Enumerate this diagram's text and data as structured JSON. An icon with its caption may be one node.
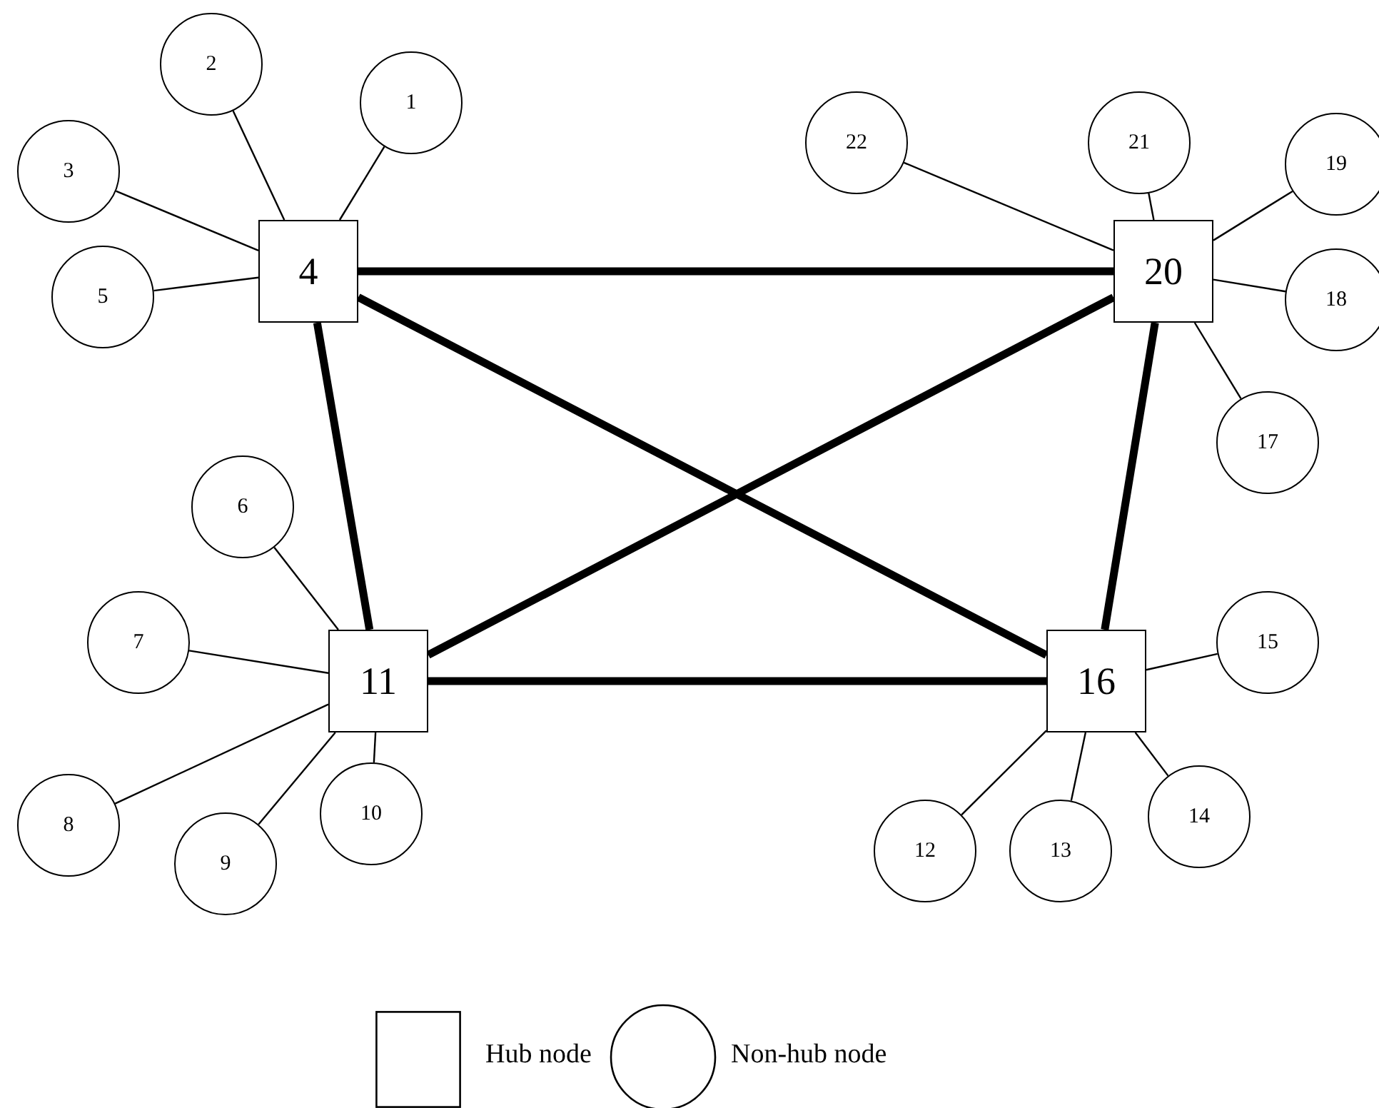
{
  "diagram": {
    "nodes": [
      {
        "text": [
          "1"
        ]
      },
      {
        "text": [
          "2"
        ]
      },
      {
        "text": [
          "3"
        ]
      },
      {
        "text": [
          "4"
        ]
      },
      {
        "text": [
          "5"
        ]
      },
      {
        "text": [
          "6"
        ]
      },
      {
        "text": [
          "7"
        ]
      },
      {
        "text": [
          "8"
        ]
      },
      {
        "text": [
          "9"
        ]
      },
      {
        "text": [
          "10"
        ]
      },
      {
        "text": [
          "11"
        ]
      },
      {
        "text": [
          "12"
        ]
      },
      {
        "text": [
          "13"
        ]
      },
      {
        "text": [
          "14"
        ]
      },
      {
        "text": [
          "15"
        ]
      },
      {
        "text": [
          "16"
        ]
      },
      {
        "text": [
          "17"
        ]
      },
      {
        "text": [
          "18"
        ]
      },
      {
        "text": [
          "19"
        ]
      },
      {
        "text": [
          "20"
        ]
      },
      {
        "text": [
          "21"
        ]
      },
      {
        "text": [
          "22"
        ]
      }
    ],
    "edges": [
      {
        "from": 3,
        "to": 19,
        "arrow": "none",
        "style": "thick"
      },
      {
        "from": 3,
        "to": 10,
        "arrow": "none",
        "style": "thick"
      },
      {
        "from": 3,
        "to": 15,
        "arrow": "none",
        "style": "thick"
      },
      {
        "from": 19,
        "to": 10,
        "arrow": "none",
        "style": "thick"
      },
      {
        "from": 19,
        "to": 15,
        "arrow": "none",
        "style": "thick"
      },
      {
        "from": 10,
        "to": 15,
        "arrow": "none",
        "style": "thick"
      },
      {
        "from": 0,
        "to": 3,
        "arrow": "none"
      },
      {
        "from": 1,
        "to": 3,
        "arrow": "none"
      },
      {
        "from": 2,
        "to": 3,
        "arrow": "none"
      },
      {
        "from": 4,
        "to": 3,
        "arrow": "none"
      },
      {
        "from": 5,
        "to": 10,
        "arrow": "none"
      },
      {
        "from": 6,
        "to": 10,
        "arrow": "none"
      },
      {
        "from": 7,
        "to": 10,
        "arrow": "none"
      },
      {
        "from": 8,
        "to": 10,
        "arrow": "none"
      },
      {
        "from": 9,
        "to": 10,
        "arrow": "none"
      },
      {
        "from": 11,
        "to": 15,
        "arrow": "none"
      },
      {
        "from": 12,
        "to": 15,
        "arrow": "none"
      },
      {
        "from": 13,
        "to": 15,
        "arrow": "none"
      },
      {
        "from": 14,
        "to": 15,
        "arrow": "none"
      },
      {
        "from": 16,
        "to": 19,
        "arrow": "none"
      },
      {
        "from": 17,
        "to": 19,
        "arrow": "none"
      },
      {
        "from": 18,
        "to": 19,
        "arrow": "none"
      },
      {
        "from": 20,
        "to": 19,
        "arrow": "none"
      },
      {
        "from": 21,
        "to": 19,
        "arrow": "none"
      }
    ],
    "legend": [
      {
        "text": "Hub node"
      },
      {
        "text": "Non-hub node"
      }
    ]
  }
}
